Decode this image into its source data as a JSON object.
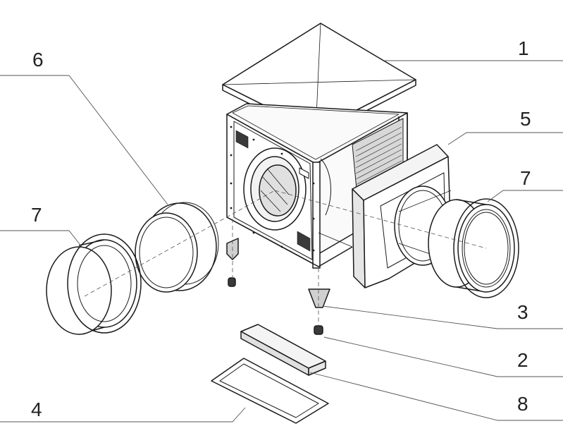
{
  "diagram": {
    "callouts": [
      {
        "id": "c1",
        "label": "1"
      },
      {
        "id": "c5",
        "label": "5"
      },
      {
        "id": "c7r",
        "label": "7"
      },
      {
        "id": "c3",
        "label": "3"
      },
      {
        "id": "c2",
        "label": "2"
      },
      {
        "id": "c8",
        "label": "8"
      },
      {
        "id": "c6",
        "label": "6"
      },
      {
        "id": "c7l",
        "label": "7"
      },
      {
        "id": "c4",
        "label": "4"
      }
    ],
    "colors": {
      "line": "#1a1a1a",
      "leader": "#555555",
      "fill": "#ffffff",
      "shade": "#e6e6e6",
      "dark": "#3a3a3a"
    }
  }
}
